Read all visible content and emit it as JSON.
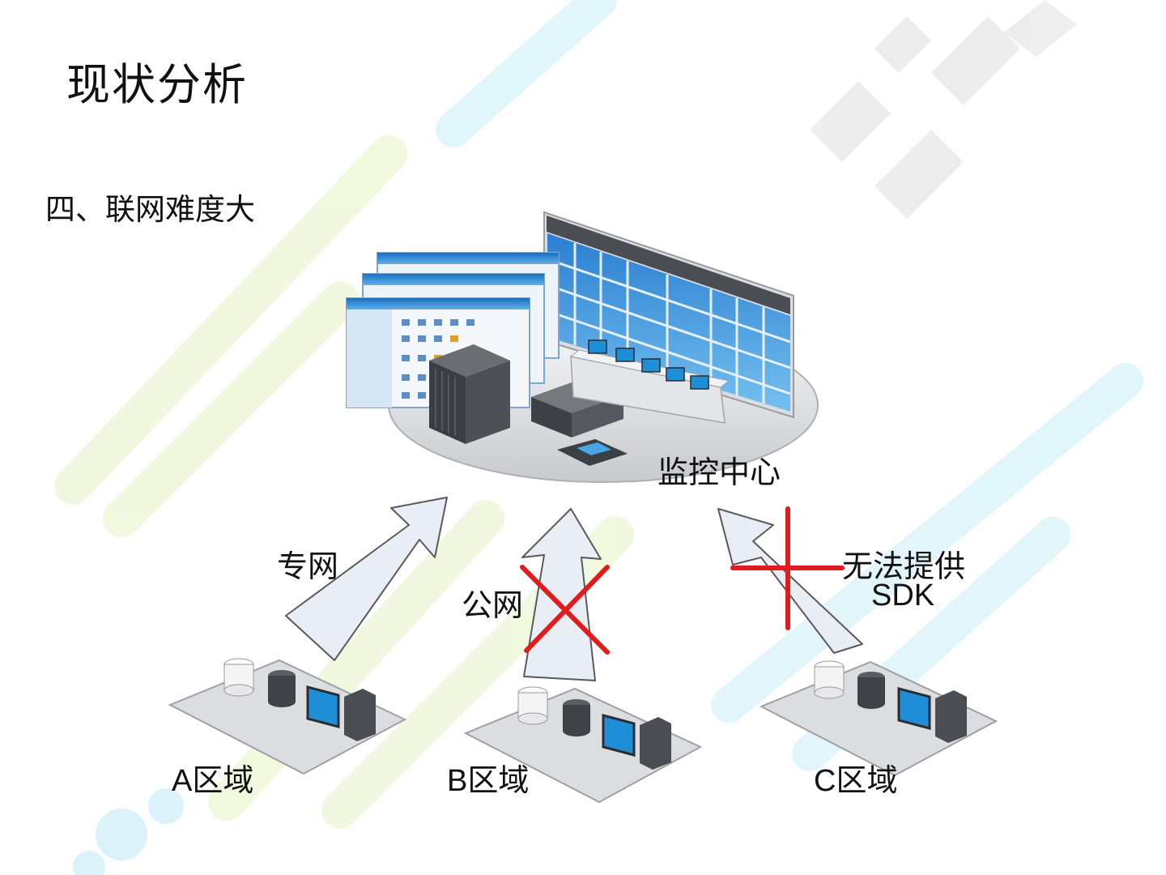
{
  "slide": {
    "title": "现状分析",
    "subtitle": "四、联网难度大"
  },
  "center": {
    "label": "监控中心"
  },
  "links": {
    "private_label": "专网",
    "public_label": "公网",
    "no_sdk_label_line1": "无法提供",
    "no_sdk_label_line2": "SDK"
  },
  "regions": {
    "a_label": "A区域",
    "b_label": "B区域",
    "c_label": "C区域"
  },
  "colors": {
    "arrow_fill": "#e9edf5",
    "arrow_stroke": "#5a5a5a",
    "block_red": "#e31b1b",
    "screen_blue": "#1e8fd6",
    "server_dark": "#3c3f44",
    "platform": "#d9dadc"
  }
}
